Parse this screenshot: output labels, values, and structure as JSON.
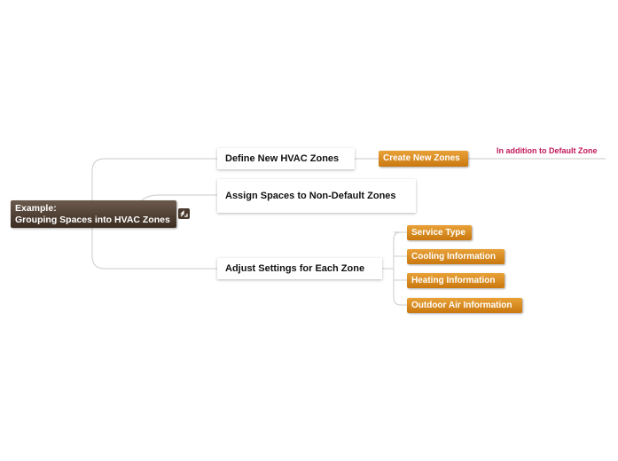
{
  "root": {
    "line1": "Example:",
    "line2": "Grouping Spaces into HVAC Zones"
  },
  "topics": [
    {
      "label": "Define New HVAC Zones"
    },
    {
      "label": "Assign Spaces to Non-Default Zones"
    },
    {
      "label": "Adjust Settings for Each Zone"
    }
  ],
  "define_children": [
    {
      "label": "Create New Zones"
    }
  ],
  "create_note": "In addition to Default Zone",
  "adjust_children": [
    {
      "label": "Service Type"
    },
    {
      "label": "Cooling Information"
    },
    {
      "label": "Heating Information"
    },
    {
      "label": "Outdoor Air Information"
    }
  ],
  "colors": {
    "root_fill": "#3c2d22",
    "subtopic_fill": "#d98a1f",
    "note_text": "#c2185b",
    "connector": "#d0d0d0"
  }
}
